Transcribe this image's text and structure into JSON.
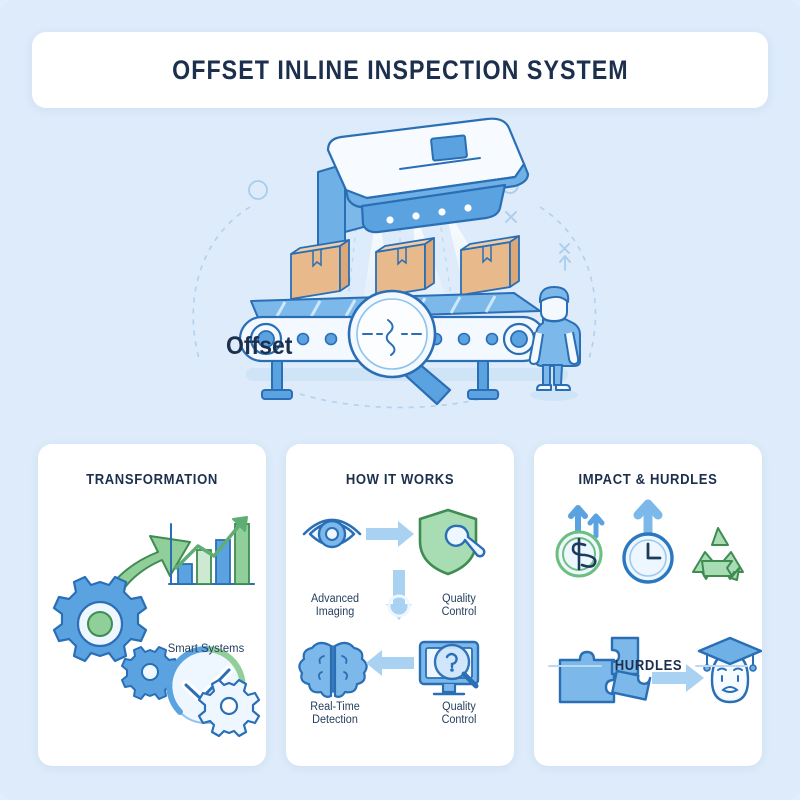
{
  "page": {
    "title": "OFFSET INLINE INSPECTION SYSTEM",
    "background_color": "#ddebfa",
    "accent_blue": "#5ba3e0",
    "accent_light_blue": "#a9d2f2",
    "accent_green": "#90cf9a",
    "accent_box": "#e8b98a",
    "text_navy": "#1c2f4d"
  },
  "hero": {
    "name": "inline-inspection-illustration",
    "offset_label": "Offset",
    "elements": {
      "scanner": "overhead-scanner-device",
      "scanner_led_count": 4,
      "conveyor": "conveyor-belt",
      "boxes": 3,
      "magnifier": "magnifying-glass-defect",
      "worker": "factory-worker"
    }
  },
  "cards": [
    {
      "id": "transformation",
      "title": "TRANSFORMATION",
      "icons": [
        {
          "name": "gears-growth-arrow-icon",
          "label": ""
        },
        {
          "name": "bar-chart-trend-icon",
          "label": "Smart Systems"
        },
        {
          "name": "check-circle-gear-icon",
          "label": ""
        }
      ],
      "chart_bars": [
        30,
        52,
        68,
        92
      ]
    },
    {
      "id": "how-it-works",
      "title": "HOW IT WORKS",
      "steps": [
        {
          "icon": "eye-icon",
          "label": "Advanced\nImaging",
          "position": "top-left"
        },
        {
          "icon": "shield-wrench-icon",
          "label": "Quality\nControl",
          "position": "top-right"
        },
        {
          "icon": "monitor-search-icon",
          "label": "Quality\nControl",
          "position": "bottom-right"
        },
        {
          "icon": "brain-icon",
          "label": "Real-Time\nDetection",
          "position": "bottom-left"
        }
      ],
      "arrows": [
        "arrow-right",
        "arrow-down",
        "arrow-left"
      ]
    },
    {
      "id": "impact-hurdles",
      "title": "IMPACT & HURDLES",
      "impact_icons": [
        {
          "name": "dollar-growth-icon"
        },
        {
          "name": "clock-speed-icon"
        },
        {
          "name": "recycle-icon"
        }
      ],
      "divider_label": "HURDLES",
      "hurdle_icons": [
        {
          "name": "puzzle-pieces-icon"
        },
        {
          "name": "arrow-right-icon"
        },
        {
          "name": "graduate-worried-face-icon"
        }
      ]
    }
  ]
}
